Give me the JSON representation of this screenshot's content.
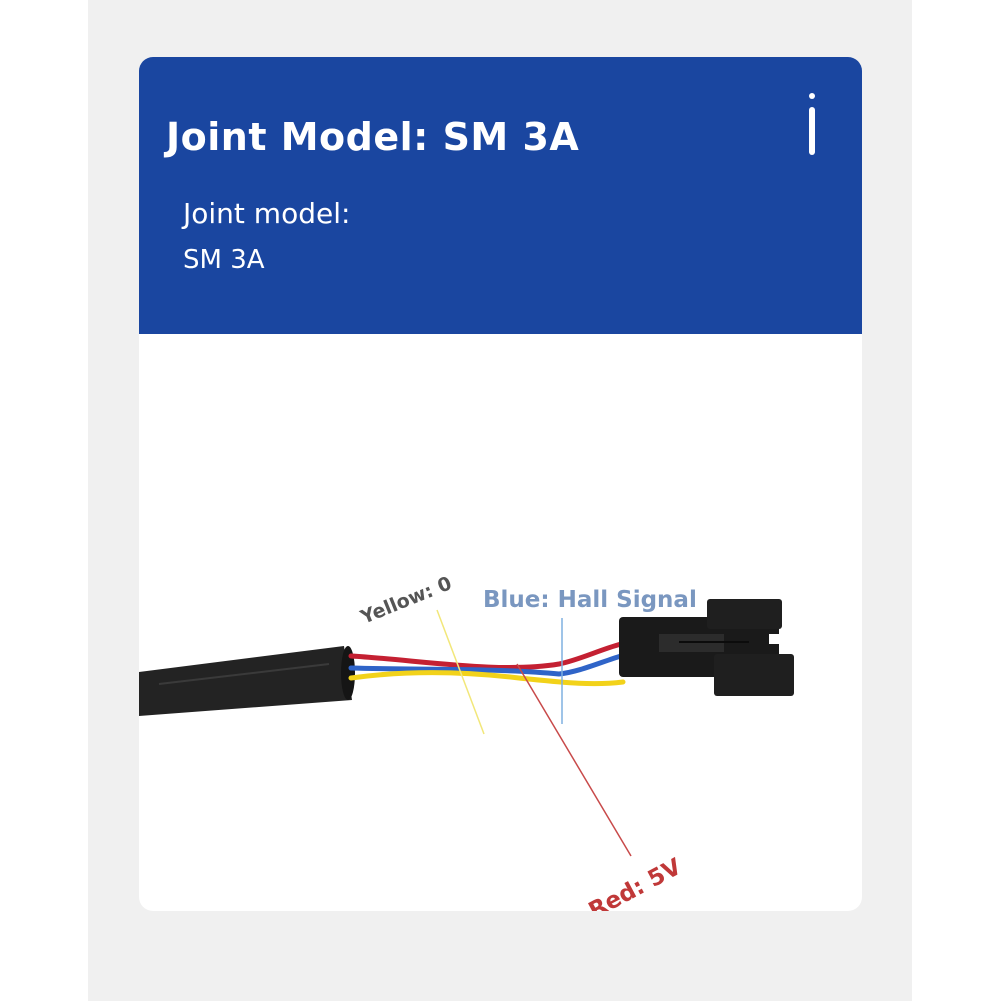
{
  "header": {
    "title": "Joint Model: SM 3A",
    "spec_label": "Joint model:",
    "spec_value": "SM 3A",
    "background_color": "#1a46a0"
  },
  "wires": {
    "yellow": {
      "label": "Yellow: 0",
      "color": "#f2d21a",
      "label_color": "#555555"
    },
    "blue": {
      "label": "Blue: Hall Signal",
      "color": "#2f64c8",
      "label_color": "#7a97c0"
    },
    "red": {
      "label": "Red: 5V",
      "color": "#c42032",
      "label_color": "#c03838"
    }
  },
  "icons": {
    "info": "info-icon"
  }
}
